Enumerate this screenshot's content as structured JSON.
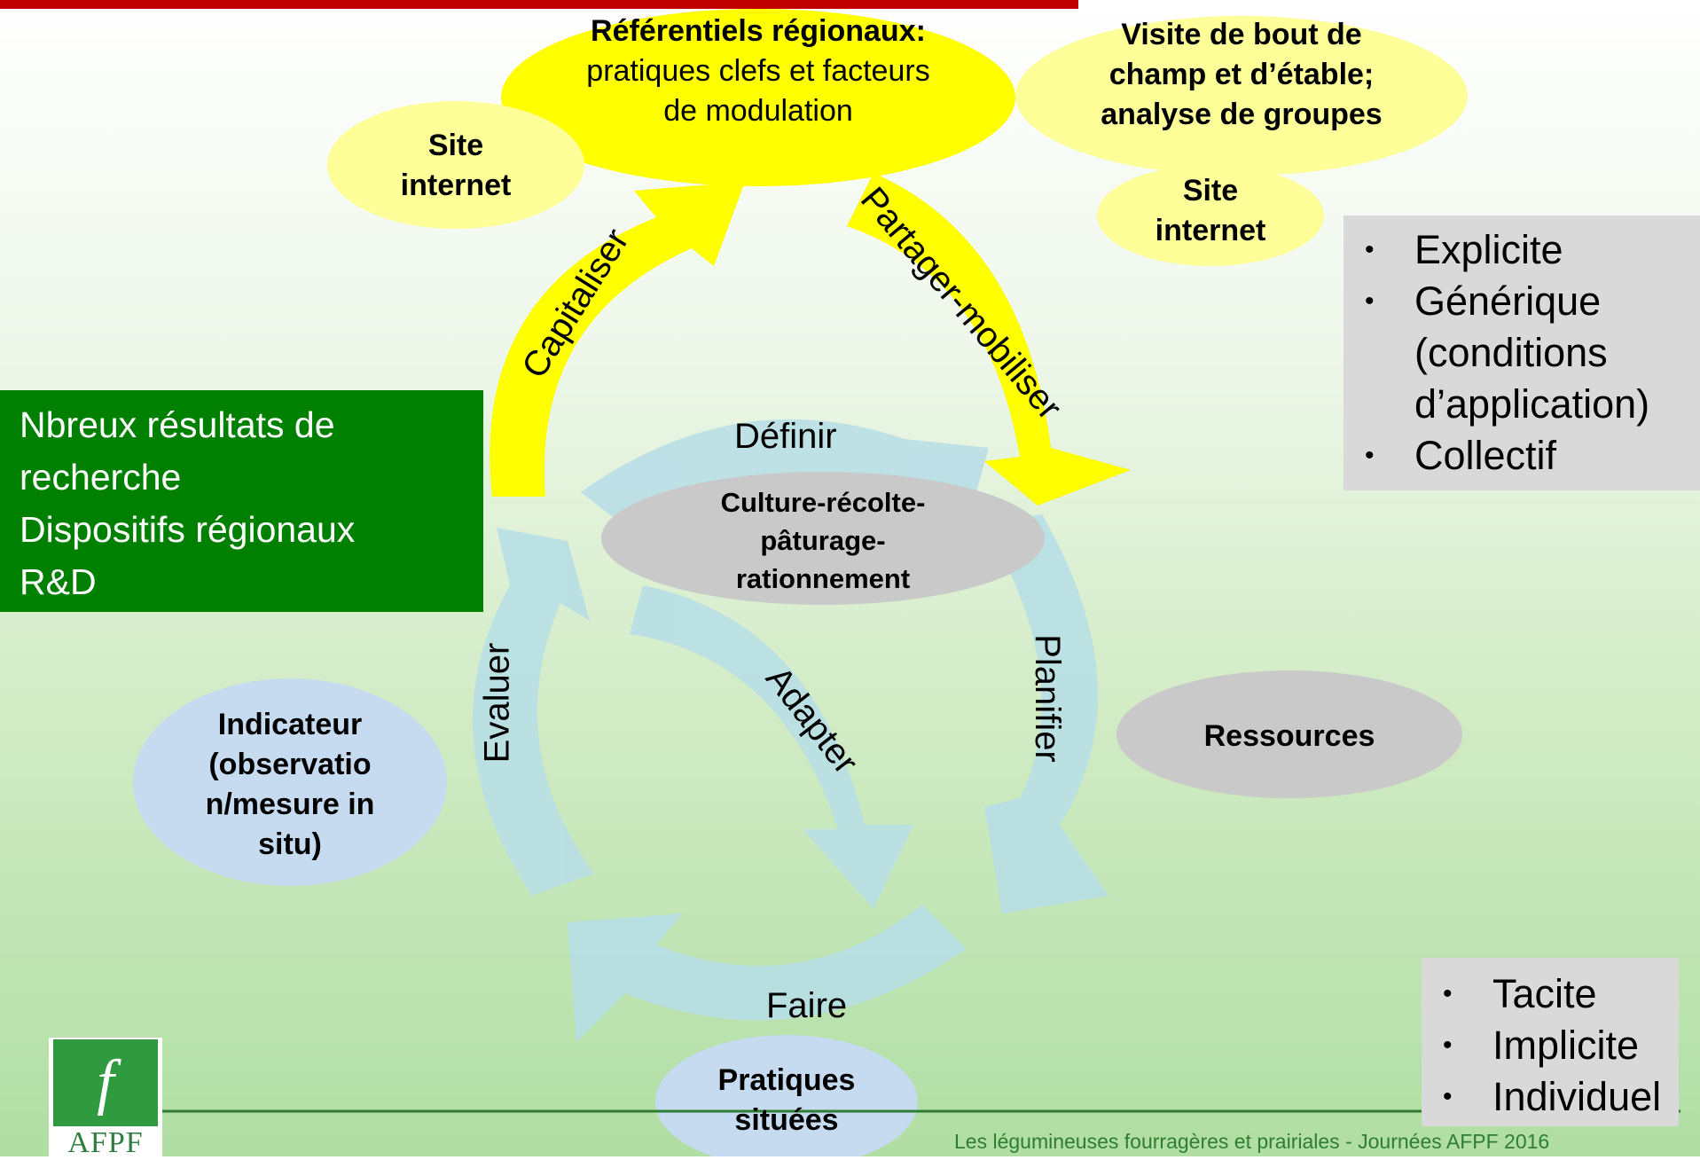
{
  "slide": {
    "footer": "Les légumineuses fourragères et prairiales - Journées AFPF 2016",
    "logo": {
      "text": "AFPF",
      "letter": "f"
    }
  },
  "ellipses": {
    "referentiels": {
      "bold": "Référentiels régionaux:",
      "normal": "pratiques clefs et facteurs de modulation"
    },
    "visite": "Visite de bout de champ et d’étable; analyse de groupes",
    "site_left": "Site internet",
    "site_right": "Site internet",
    "culture": "Culture-récolte-pâturage-rationnement",
    "ressources": "Ressources",
    "indicateur": "Indicateur (observatio n/mesure in situ)",
    "pratiques": "Pratiques situées"
  },
  "arrows": {
    "capitaliser": "Capitaliser",
    "partager": "Partager-mobiliser",
    "definir": "Définir",
    "planifier": "Planifier",
    "faire": "Faire",
    "evaluer": "Evaluer",
    "adapter": "Adapter"
  },
  "green_box": [
    "Nbreux résultats de",
    "recherche",
    "Dispositifs régionaux",
    "R&D"
  ],
  "explicit_box": [
    "Explicite",
    "Générique (conditions d’application)",
    "Collectif"
  ],
  "tacit_box": [
    "Tacite",
    "Implicite",
    "Individuel"
  ],
  "colors": {
    "yellow": "#ffff00",
    "pale_yellow": "#ffff99",
    "grey": "#c9c9c9",
    "light_blue": "#c6daf0",
    "cycle": "#b8dfe6",
    "green_box": "#008000",
    "top_bar": "#c00000"
  }
}
